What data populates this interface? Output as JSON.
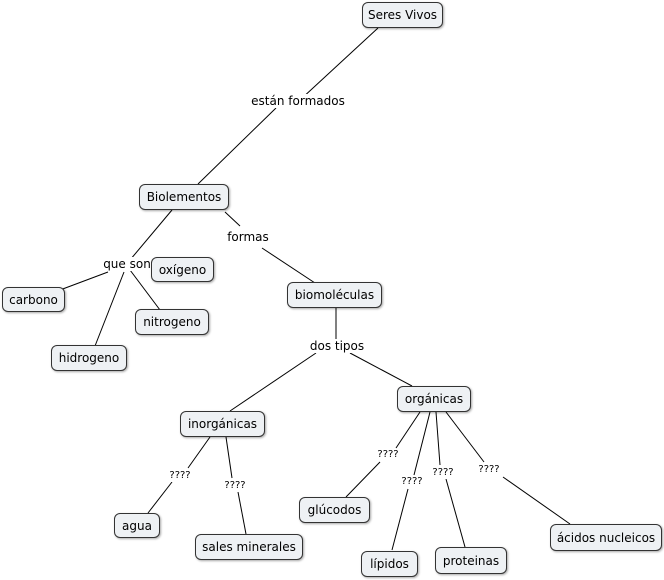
{
  "concepts": {
    "seres_vivos": "Seres Vivos",
    "biolementos": "Biolementos",
    "carbono": "carbono",
    "oxigeno": "oxígeno",
    "nitrogeno": "nitrogeno",
    "hidrogeno": "hidrogeno",
    "biomoleculas": "biomoléculas",
    "inorganicas": "inorgánicas",
    "organicas": "orgánicas",
    "agua": "agua",
    "sales_minerales": "sales minerales",
    "glucodos": "glúcodos",
    "lipidos": "lípidos",
    "proteinas": "proteinas",
    "acidos_nucleicos": "ácidos nucleicos"
  },
  "linking_phrases": {
    "estan_formados": "están formados",
    "que_son": "que son",
    "formas": "formas",
    "dos_tipos": "dos tipos",
    "q_agua": "????",
    "q_sales": "????",
    "q_glucodos": "????",
    "q_lipidos": "????",
    "q_proteinas": "????",
    "q_acidos": "????"
  }
}
